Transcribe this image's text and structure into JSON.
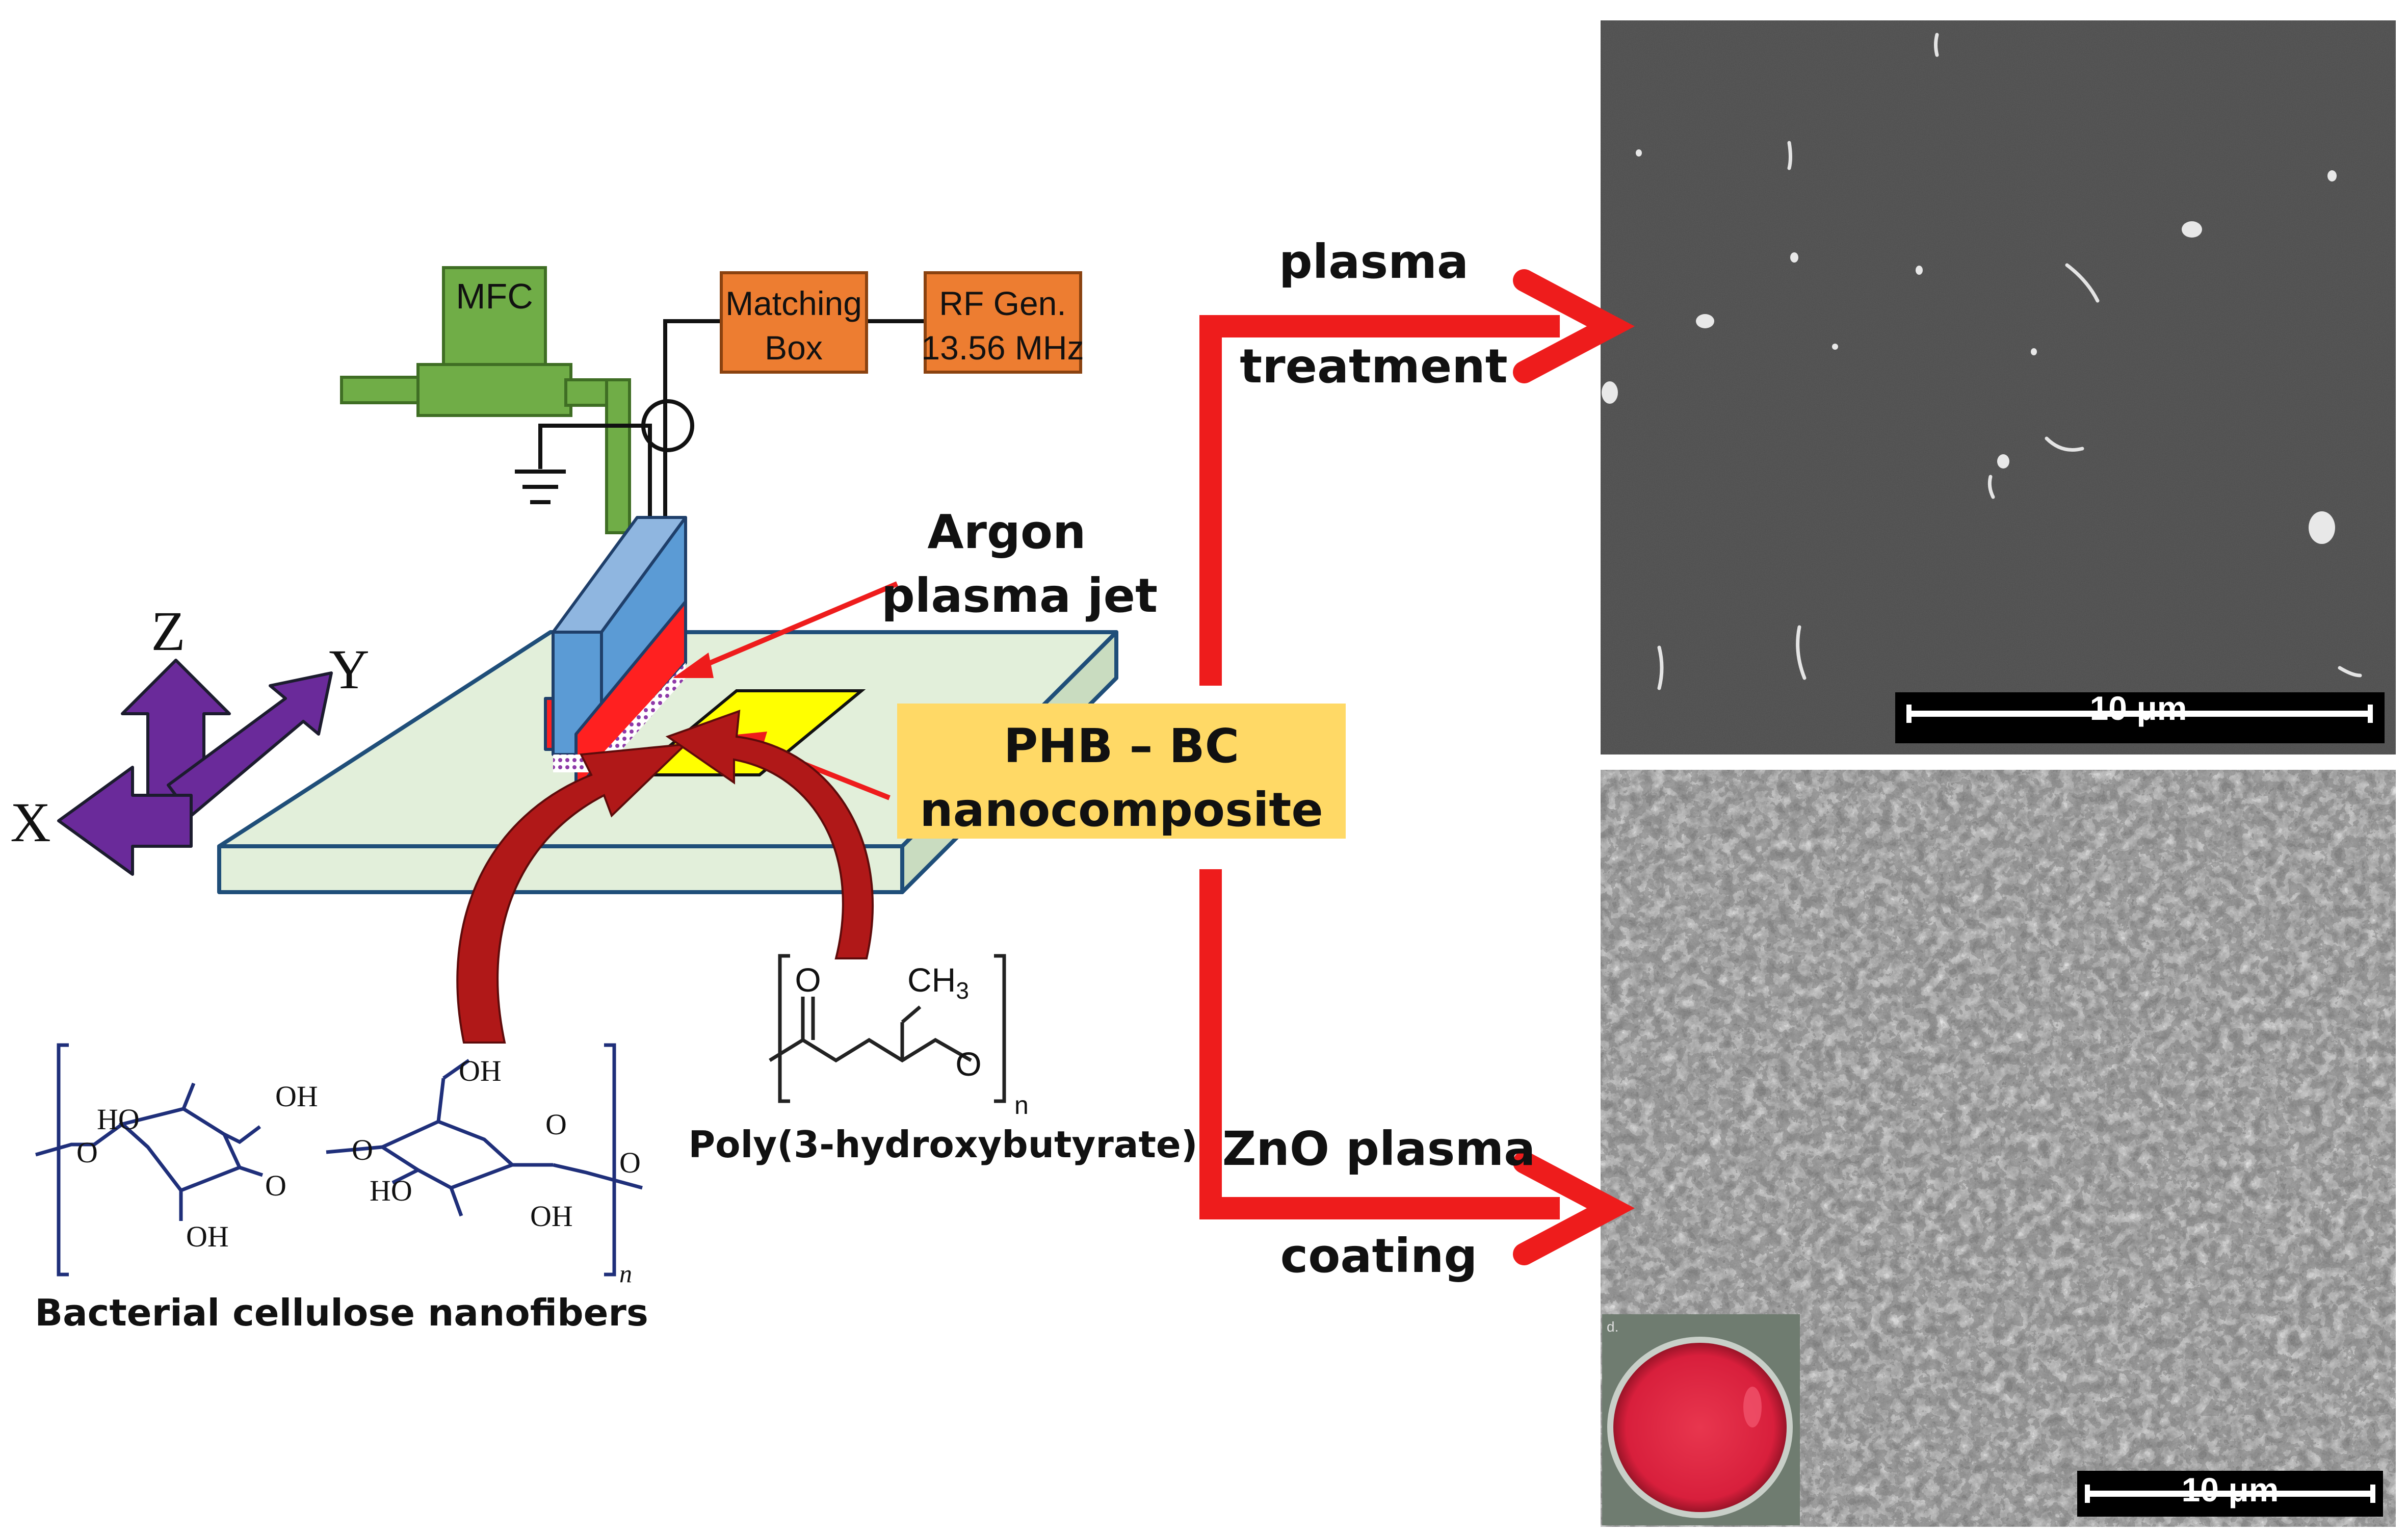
{
  "labels": {
    "mfc": "MFC",
    "matching_box_line1": "Matching",
    "matching_box_line2": "Box",
    "rf_gen_line1": "RF Gen.",
    "rf_gen_line2": "13.56 MHz",
    "argon_line1": "Argon",
    "argon_line2": "plasma jet",
    "phb_bc_line1": "PHB – BC",
    "phb_bc_line2": "nanocomposite",
    "plasma_treatment_line1": "plasma",
    "plasma_treatment_line2": "treatment",
    "zno_line1": "ZnO plasma",
    "zno_line2": "coating",
    "phb_name": "Poly(3-hydroxybutyrate)",
    "bc_name": "Bacterial cellulose nanofibers",
    "axis_x": "X",
    "axis_y": "Y",
    "axis_z": "Z",
    "scale_top": "10 μm",
    "scale_bottom": "10 μm",
    "inset_mark": "d.",
    "chem_oh": "OH",
    "chem_ho": "HO",
    "chem_o": "O",
    "chem_ch3": "CH",
    "chem_ch3_sub": "3",
    "chem_n": "n"
  },
  "colors": {
    "arrow_red": "#ee1c1c",
    "curved_arrow": "#b01818",
    "axis_purple": "#6a2a9a",
    "mfc_green": "#70ad47",
    "box_orange": "#ed7d31",
    "label_yellow": "#ffd966",
    "stage": "#e2efda",
    "electrode_blue": "#5b9bd5",
    "electrode_red": "#ff2020",
    "sample_yellow": "#ffff00",
    "molecule_blue": "#1f2f7a"
  }
}
